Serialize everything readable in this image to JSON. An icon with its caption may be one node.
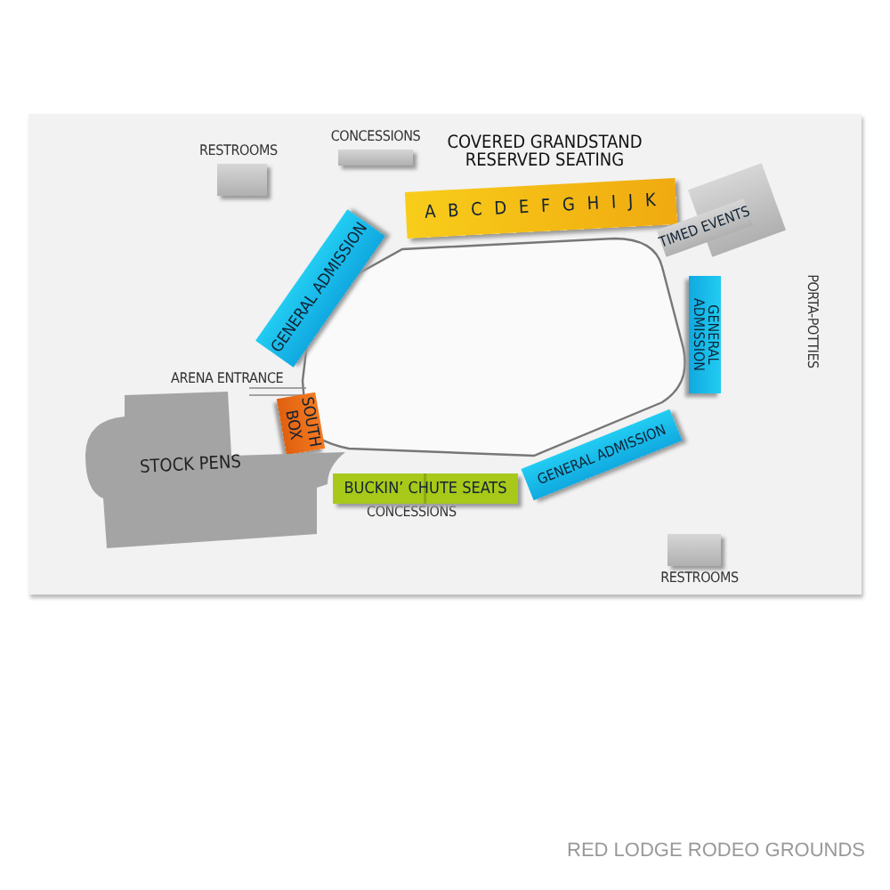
{
  "diagram": {
    "caption": "RED LODGE RODEO GROUNDS",
    "nodes": [
      {
        "text": [
          "RESTROOMS"
        ]
      },
      {
        "text": [
          "CONCESSIONS"
        ]
      },
      {
        "text": [
          "COVERED GRANDSTAND RESERVED SEATING",
          "A B C D E F G H I J K"
        ]
      },
      {
        "text": [
          "TIMED EVENTS"
        ]
      },
      {
        "text": [
          "GENERAL ADMISSION"
        ]
      },
      {
        "text": [
          "GENERAL ADMISSION"
        ]
      },
      {
        "text": [
          "SOUTH BOX"
        ]
      },
      {
        "text": [
          "STOCK PENS"
        ]
      },
      {
        "text": [
          "BUCKIN’ CHUTE SEATS"
        ]
      },
      {
        "text": [
          "GENERAL ADMISSION"
        ]
      },
      {
        "text": [
          "RESTROOMS"
        ]
      }
    ],
    "edges": [],
    "labels": [
      "ARENA ENTRANCE",
      "PORTA-POTTIES",
      "CONCESSIONS"
    ]
  }
}
